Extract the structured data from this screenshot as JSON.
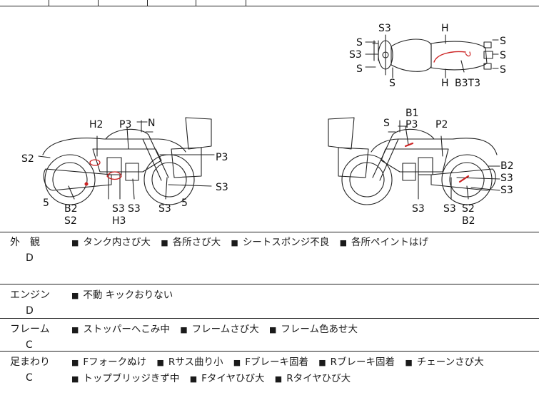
{
  "diagram": {
    "top_view": {
      "labels": [
        "S3",
        "H",
        "S",
        "S3",
        "S",
        "S",
        "S",
        "S",
        "S",
        "H",
        "B3T3"
      ]
    },
    "left_side": {
      "labels": [
        "H2",
        "P3",
        "N",
        "S2",
        "P3",
        "S3",
        "5",
        "B2",
        "S2",
        "S3",
        "S3",
        "H3",
        "S3",
        "5"
      ]
    },
    "right_side": {
      "labels": [
        "B1",
        "S",
        "P3",
        "P2",
        "B2",
        "S3",
        "S3",
        "S3",
        "S3",
        "S2",
        "B2"
      ]
    },
    "colors": {
      "line": "#222222",
      "damage": "#cc2222"
    }
  },
  "sections": [
    {
      "name": "外　観",
      "grade": "D",
      "items": [
        "タンク内さび大",
        "各所さび大",
        "シートスポンジ不良",
        "各所ペイントはげ"
      ]
    },
    {
      "name": "エンジン",
      "grade": "D",
      "items": [
        "不動 キックおりない"
      ]
    },
    {
      "name": "フレーム",
      "grade": "C",
      "items": [
        "ストッパーへこみ中",
        "フレームさび大",
        "フレーム色あせ大"
      ]
    },
    {
      "name": "足まわり",
      "grade": "C",
      "items": [
        "Fフォークぬけ",
        "Rサス曲り小",
        "Fブレーキ固着",
        "Rブレーキ固着",
        "チェーンさび大",
        "トップブリッジきず中",
        "Fタイヤひび大",
        "Rタイヤひび大"
      ]
    }
  ],
  "bullet": "■"
}
